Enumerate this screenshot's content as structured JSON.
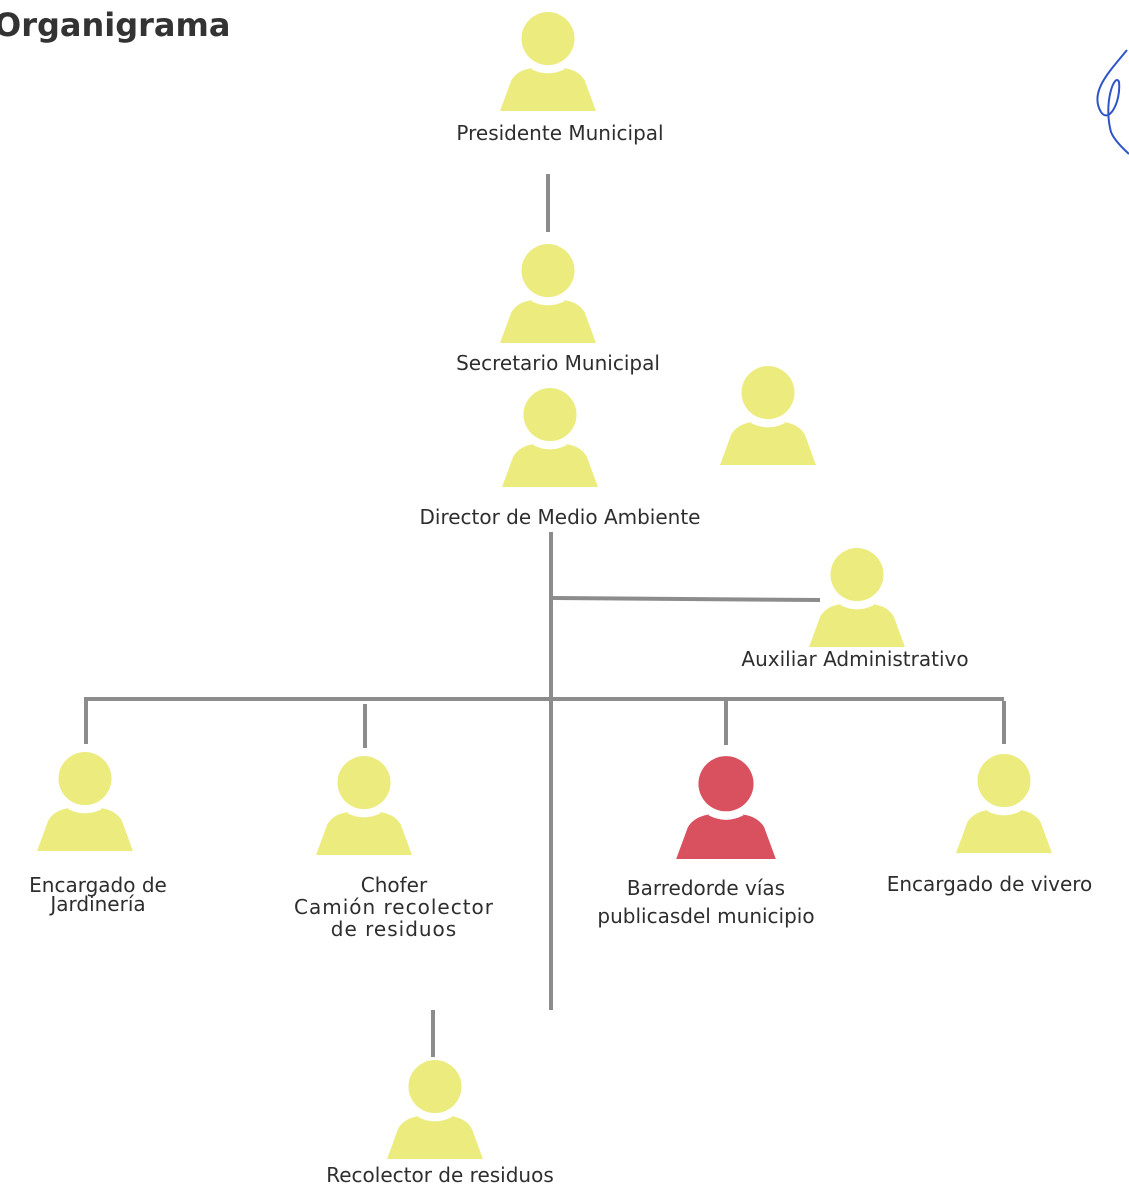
{
  "title": "Organigrama",
  "colors": {
    "person": "#ecec7e",
    "highlight": "#d9505e",
    "line": "#8c8c8c"
  },
  "nodes": {
    "presidente": {
      "label": "Presidente Municipal"
    },
    "secretario": {
      "label": "Secretario Municipal"
    },
    "director": {
      "label": "Director de Medio Ambiente"
    },
    "unlabeled": {
      "label": ""
    },
    "auxiliar": {
      "label": "Auxiliar Administrativo"
    },
    "jardineria": {
      "label_line1": "Encargado de",
      "label_line2": "Jardinería"
    },
    "chofer": {
      "label_line1": "Chofer",
      "label_line2": "Camión recolector",
      "label_line3": "de residuos"
    },
    "barredor": {
      "label_line1": "Barredorde vías",
      "label_line2": "publicasdel municipio"
    },
    "vivero": {
      "label": "Encargado de vivero"
    },
    "recolector": {
      "label": "Recolector de residuos"
    }
  }
}
